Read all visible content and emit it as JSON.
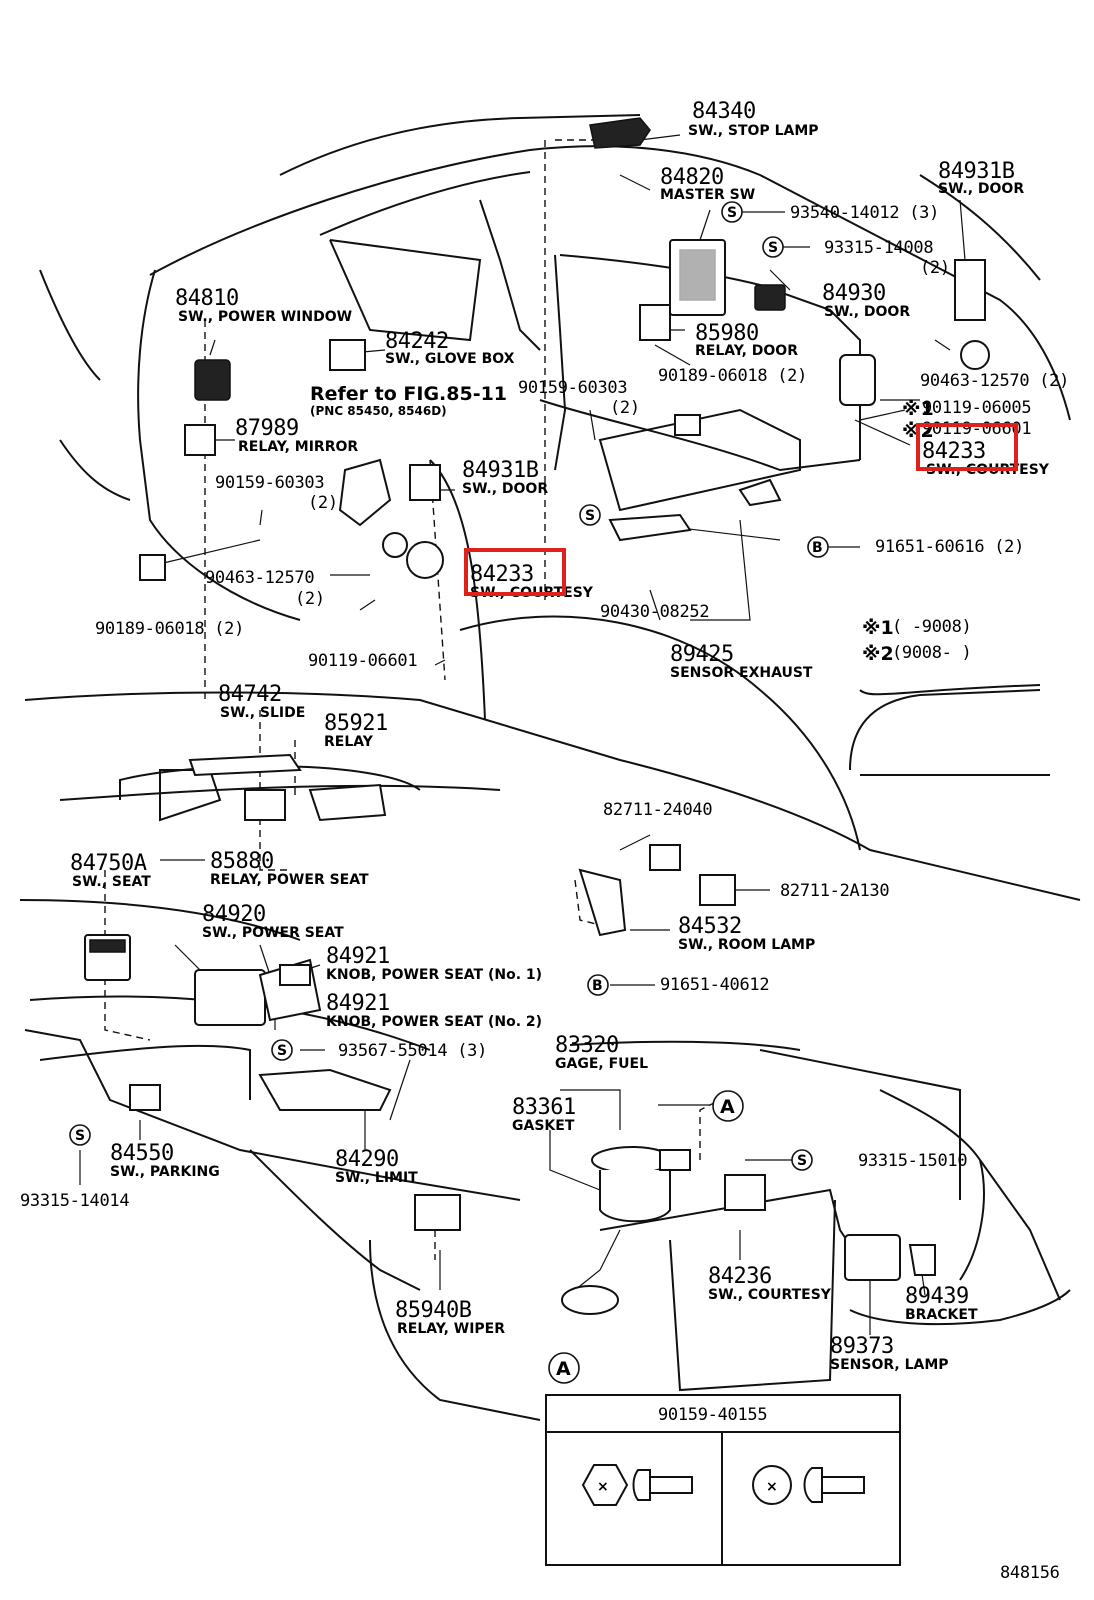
{
  "parts": {
    "p84340": {
      "num": "84340",
      "name": "SW., STOP LAMP"
    },
    "p84820": {
      "num": "84820",
      "name": "MASTER SW"
    },
    "p84931b_top": {
      "num": "84931B",
      "name": "SW., DOOR"
    },
    "p93540": {
      "ref": "93540-14012 (3)"
    },
    "p93315_14008": {
      "ref": "93315-14008",
      "qty": "(2)"
    },
    "p84930": {
      "num": "84930",
      "name": "SW., DOOR"
    },
    "p84810": {
      "num": "84810",
      "name": "SW., POWER WINDOW"
    },
    "p84242": {
      "num": "84242",
      "name": "SW., GLOVE BOX"
    },
    "p85980": {
      "num": "85980",
      "name": "RELAY, DOOR"
    },
    "p90189_06018_r": {
      "ref": "90189-06018 (2)"
    },
    "p90463_12570_r": {
      "ref": "90463-12570 (2)"
    },
    "refer": {
      "text": "Refer to FIG.85-11",
      "sub": "(PNC 85450, 8546D)"
    },
    "p90159_60303_c": {
      "ref": "90159-60303",
      "qty": "(2)"
    },
    "p90119_06005": {
      "ref": "90119-06005",
      "mark": "※1"
    },
    "p90119_06601_r": {
      "ref": "90119-06601",
      "mark": "※2"
    },
    "p84233_r": {
      "num": "84233",
      "name": "SW., COURTESY"
    },
    "p87989": {
      "num": "87989",
      "name": "RELAY, MIRROR"
    },
    "p84931b_mid": {
      "num": "84931B",
      "name": "SW., DOOR"
    },
    "p90159_60303_l": {
      "ref": "90159-60303",
      "qty": "(2)"
    },
    "p84233_m": {
      "num": "84233",
      "name": "SW., COURTESY"
    },
    "p91651_60616": {
      "ref": "91651-60616 (2)",
      "mark": "B"
    },
    "p90463_12570_l": {
      "ref": "90463-12570",
      "qty": "(2)"
    },
    "p90430_08252": {
      "ref": "90430-08252"
    },
    "p90189_06018_l": {
      "ref": "90189-06018 (2)"
    },
    "p89425": {
      "num": "89425",
      "name": "SENSOR EXHAUST"
    },
    "p90119_06601_l": {
      "ref": "90119-06601"
    },
    "legend1": {
      "mark": "※1",
      "range": "(    -9008)"
    },
    "legend2": {
      "mark": "※2",
      "range": "(9008-    )"
    },
    "p84742": {
      "num": "84742",
      "name": "SW., SLIDE"
    },
    "p85921": {
      "num": "85921",
      "name": "RELAY"
    },
    "p82711_24040": {
      "ref": "82711-24040"
    },
    "p84750a": {
      "num": "84750A",
      "name": "SW., SEAT"
    },
    "p85880": {
      "num": "85880",
      "name": "RELAY, POWER SEAT"
    },
    "p82711_2a130": {
      "ref": "82711-2A130"
    },
    "p84920": {
      "num": "84920",
      "name": "SW., POWER SEAT"
    },
    "p84532": {
      "num": "84532",
      "name": "SW., ROOM LAMP"
    },
    "p84921_1": {
      "num": "84921",
      "name": "KNOB, POWER SEAT (No. 1)"
    },
    "p91651_40612": {
      "ref": "91651-40612",
      "mark": "B"
    },
    "p84921_2": {
      "num": "84921",
      "name": "KNOB, POWER SEAT (No. 2)"
    },
    "p93567": {
      "ref": "93567-55014 (3)",
      "mark": "S"
    },
    "p83320": {
      "num": "83320",
      "name": "GAGE, FUEL"
    },
    "p83361": {
      "num": "83361",
      "name": "GASKET"
    },
    "markA_top": {
      "mark": "A"
    },
    "p84550": {
      "num": "84550",
      "name": "SW., PARKING"
    },
    "p93315_14014": {
      "ref": "93315-14014",
      "mark": "S"
    },
    "p84290": {
      "num": "84290",
      "name": "SW., LIMIT"
    },
    "p93315_15010": {
      "ref": "93315-15010",
      "mark": "S"
    },
    "p84236": {
      "num": "84236",
      "name": "SW., COURTESY"
    },
    "p89439": {
      "num": "89439",
      "name": "BRACKET"
    },
    "p85940b": {
      "num": "85940B",
      "name": "RELAY, WIPER"
    },
    "p89373": {
      "num": "89373",
      "name": "SENSOR, LAMP"
    },
    "markA_bot": {
      "mark": "A"
    }
  },
  "detail_box": {
    "title": "90159-40155"
  },
  "figure_id": "848156",
  "highlight_color": "#e0201c"
}
